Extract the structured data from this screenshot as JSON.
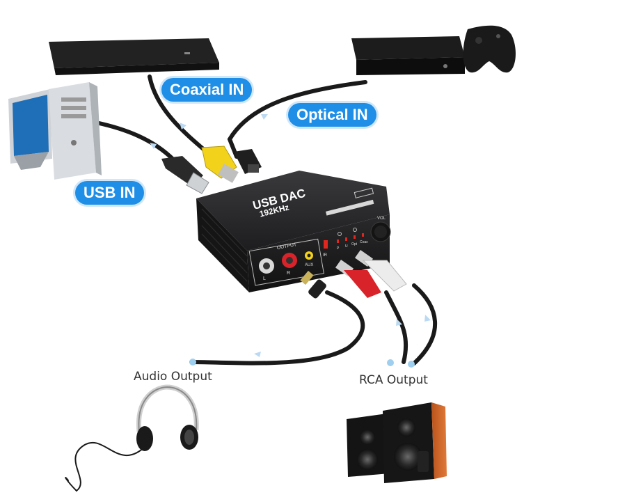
{
  "labels": {
    "coaxial_in": "Coaxial IN",
    "optical_in": "Optical IN",
    "usb_in": "USB IN",
    "audio_output": "Audio Output",
    "rca_output": "RCA Output"
  },
  "dac": {
    "title": "USB DAC",
    "rate": "192KHz",
    "panel_output": "OUTPUT",
    "port_l": "L",
    "port_r": "R",
    "port_aux": "AUX",
    "ir": "IR",
    "led_p": "P",
    "led_u": "U",
    "led_opt": "Opt",
    "led_coax": "Coax",
    "vol": "VOL"
  },
  "colors": {
    "pill": "#1f8ee6",
    "cable": "#1a1a1a",
    "rca_red": "#d8232a",
    "rca_white": "#e8e8e8",
    "coax_yellow": "#f2d21b",
    "speaker_wood": "#c8662a"
  },
  "icons": [
    "blu-ray-player-icon",
    "xbox-console-icon",
    "game-controller-icon",
    "desktop-computer-icon",
    "headphones-icon",
    "speakers-icon",
    "usb-plug-icon",
    "toslink-plug-icon",
    "rca-plug-icon",
    "aux-plug-icon"
  ]
}
